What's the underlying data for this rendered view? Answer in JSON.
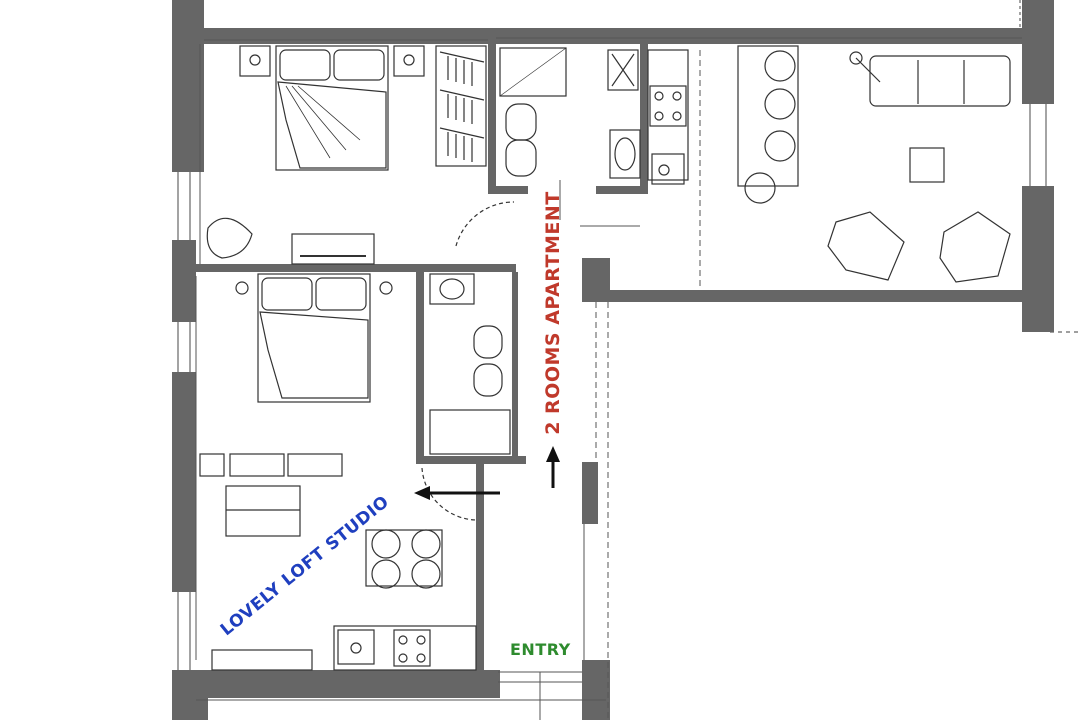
{
  "labels": {
    "apartment": "2 ROOMS APARTMENT",
    "studio": "LOVELY LOFT STUDIO",
    "entry": "ENTRY"
  },
  "colors": {
    "wall": "#666666",
    "line": "#444444",
    "apartment_label": "#c0392b",
    "studio_label": "#1f3fbf",
    "entry_label": "#2e8b2e",
    "arrow": "#111111"
  }
}
